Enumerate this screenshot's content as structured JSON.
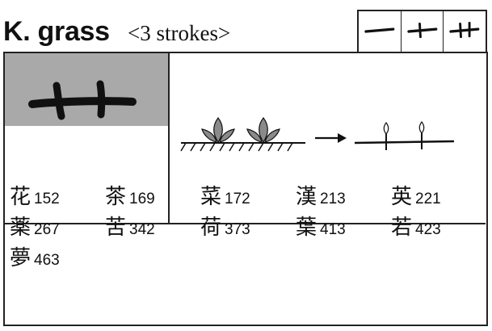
{
  "header": {
    "title": "K. grass",
    "subtitle": "<3 strokes>"
  },
  "stroke_order": {
    "steps": [
      "stroke-1",
      "stroke-2",
      "stroke-3"
    ]
  },
  "illustration": {
    "arrow": "→"
  },
  "kanji": {
    "rows": [
      [
        {
          "char": "花",
          "number": "152"
        },
        {
          "char": "茶",
          "number": "169"
        },
        {
          "char": "菜",
          "number": "172"
        },
        {
          "char": "漢",
          "number": "213"
        },
        {
          "char": "英",
          "number": "221"
        }
      ],
      [
        {
          "char": "薬",
          "number": "267"
        },
        {
          "char": "苦",
          "number": "342"
        },
        {
          "char": "荷",
          "number": "373"
        },
        {
          "char": "葉",
          "number": "413"
        },
        {
          "char": "若",
          "number": "423"
        }
      ],
      [
        {
          "char": "夢",
          "number": "463"
        }
      ]
    ]
  },
  "colors": {
    "shade": "#a9a9a9",
    "ink": "#111111"
  }
}
